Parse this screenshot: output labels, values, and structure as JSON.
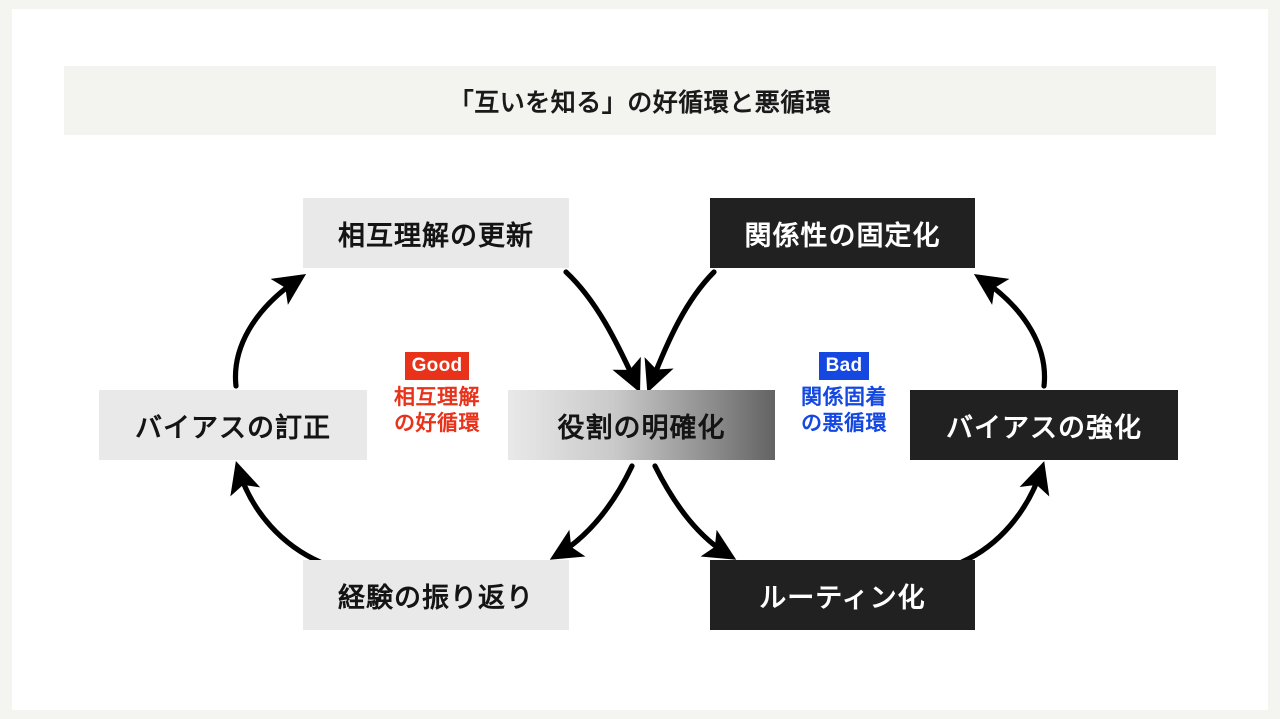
{
  "page": {
    "title": "「互いを知る」の好循環と悪循環",
    "background_color": "#f4f4f1",
    "card_color": "#ffffff",
    "title_band_color": "#f3f3f0"
  },
  "colors": {
    "good_accent": "#e8321a",
    "bad_accent": "#1448e0",
    "light_node": "#e9e9e9",
    "dark_node": "#212121",
    "arrow": "#000000"
  },
  "nodes": {
    "top_left": "相互理解の更新",
    "top_right": "関係性の固定化",
    "mid_left": "バイアスの訂正",
    "mid_center": "役割の明確化",
    "mid_right": "バイアスの強化",
    "bottom_left": "経験の振り返り",
    "bottom_right": "ルーティン化"
  },
  "cycles": {
    "good": {
      "badge": "Good",
      "line1": "相互理解",
      "line2": "の好循環"
    },
    "bad": {
      "badge": "Bad",
      "line1": "関係固着",
      "line2": "の悪循環"
    }
  }
}
